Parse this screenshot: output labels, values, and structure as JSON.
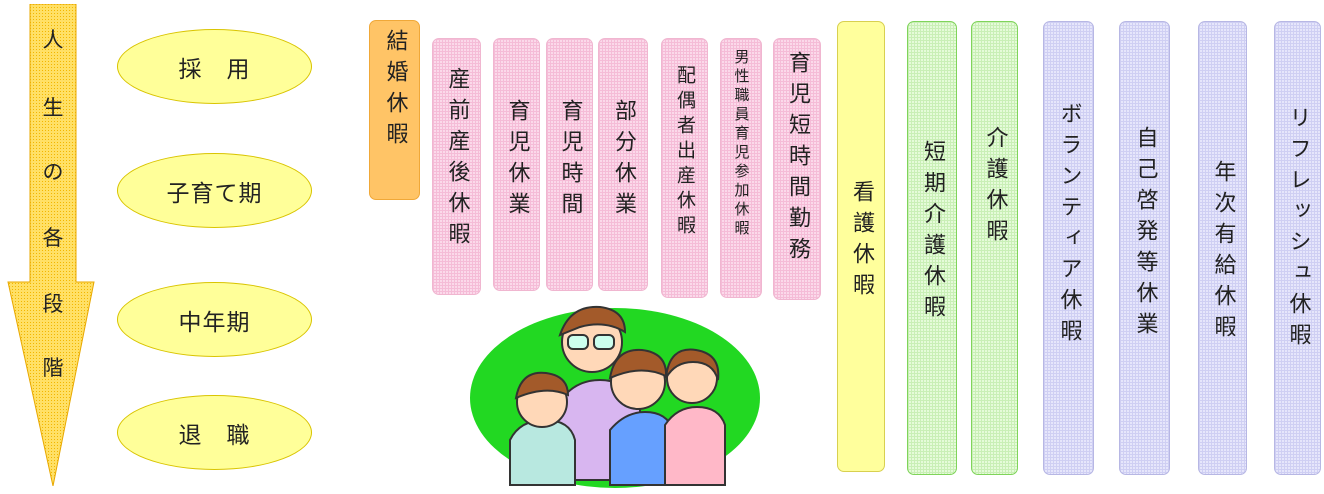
{
  "stages_arrow": {
    "chars": [
      "人",
      "生",
      "の",
      "各",
      "段",
      "階"
    ]
  },
  "life_stages": [
    "採　用",
    "子育て期",
    "中年期",
    "退　職"
  ],
  "leave_types": {
    "marriage": "結婚休暇",
    "maternity": "産前産後休暇",
    "childcare_leave": "育児休業",
    "childcare_time": "育児時間",
    "partial_leave": "部分休業",
    "spouse_birth": "配偶者出産休暇",
    "male_childcare": "男性職員育児参加休暇",
    "short_hours": "育児短時間勤務",
    "nursing_care_sick_child": "看護休暇",
    "short_term_care": "短期介護休暇",
    "family_care": "介護休暇",
    "volunteer": "ボランティア休暇",
    "self_development": "自己啓発等休業",
    "annual_paid": "年次有給休暇",
    "refresh": "リフレッシュ休暇"
  },
  "colors": {
    "arrow": "#ffd24d",
    "oval": "#ffff99",
    "pink": "#fbd9ea",
    "orange": "#ffc466",
    "yellow": "#ffff9c",
    "green": "#e5fbd9",
    "lavender": "#e6e6fb",
    "family_bg": "#22d822"
  },
  "illustration": {
    "icon": "family-illustration"
  }
}
